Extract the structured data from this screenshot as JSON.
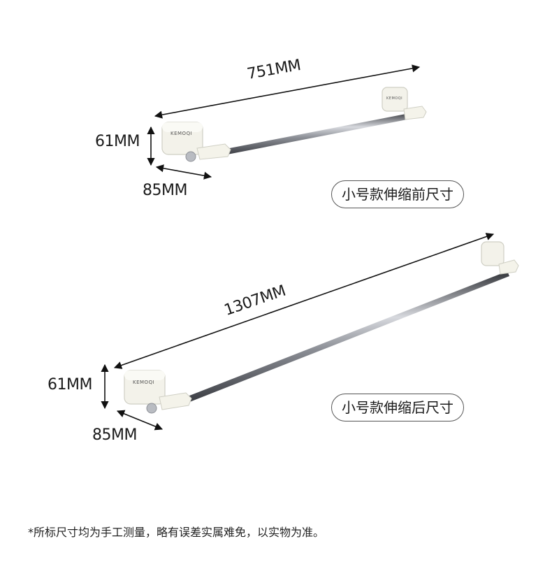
{
  "top_rack": {
    "length_label": "751MM",
    "height_label": "61MM",
    "depth_label": "85MM",
    "caption": "小号款伸缩前尺寸",
    "brand": "KEMOQI"
  },
  "bottom_rack": {
    "length_label": "1307MM",
    "height_label": "61MM",
    "depth_label": "85MM",
    "caption": "小号款伸缩后尺寸",
    "brand": "KEMOQI"
  },
  "footnote": "*所标尺寸均为手工测量，略有误差实属难免，以实物为准。",
  "colors": {
    "bracket": "#f2f1e9",
    "bracket_edge": "#cfcfc4",
    "rod_dark": "#5a5c63",
    "rod_light": "#c9cbd0",
    "arrow": "#111111"
  }
}
